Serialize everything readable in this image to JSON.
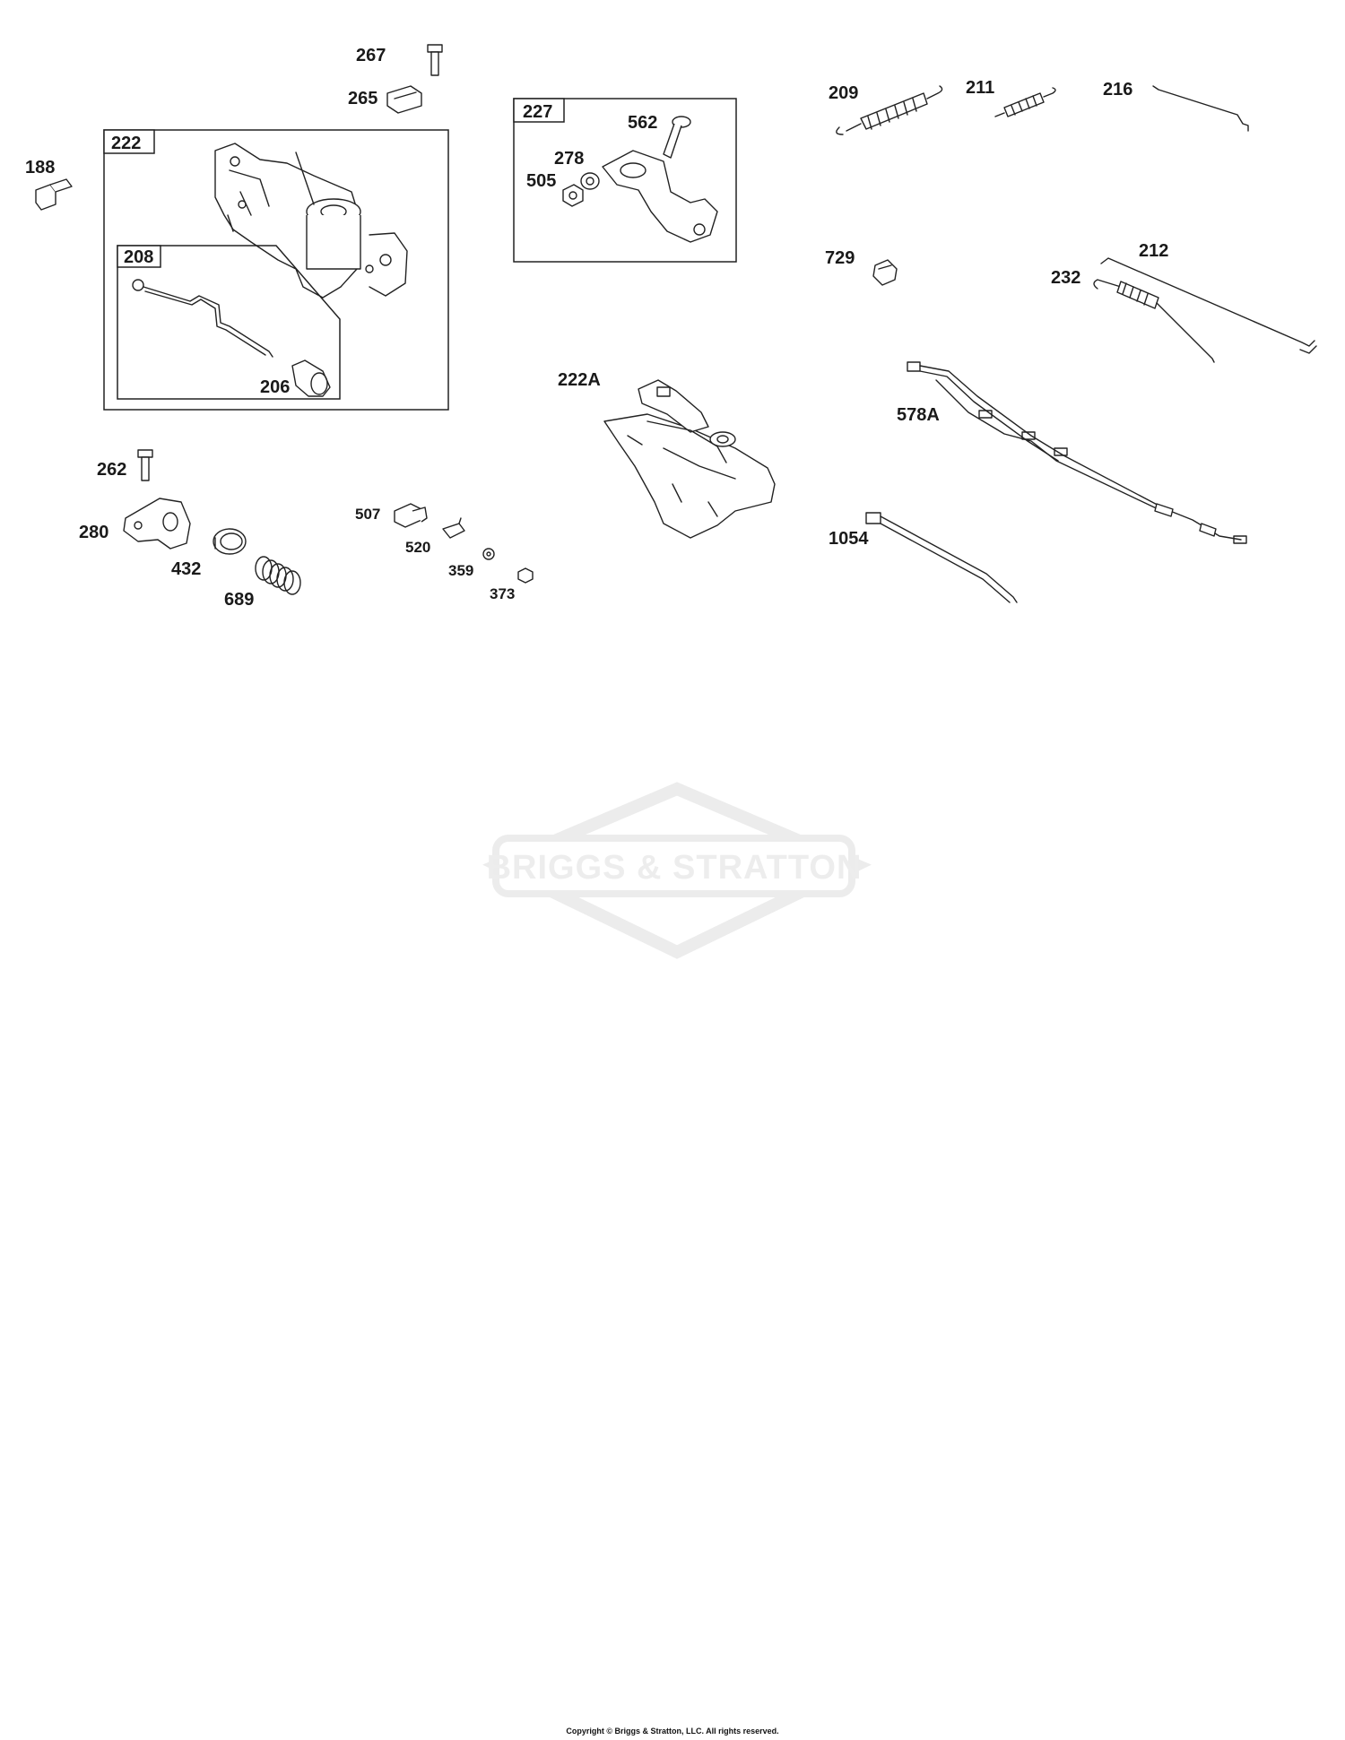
{
  "labels": {
    "p188": "188",
    "p267": "267",
    "p265": "265",
    "p222": "222",
    "p208": "208",
    "p206": "206",
    "p227": "227",
    "p562": "562",
    "p278": "278",
    "p505": "505",
    "p209": "209",
    "p211": "211",
    "p216": "216",
    "p729": "729",
    "p212": "212",
    "p232": "232",
    "p222A": "222A",
    "p578A": "578A",
    "p262": "262",
    "p280": "280",
    "p432": "432",
    "p689": "689",
    "p507": "507",
    "p520": "520",
    "p359": "359",
    "p373": "373",
    "p1054": "1054"
  },
  "watermark": {
    "brand": "BRIGGS & STRATTON"
  },
  "footer": {
    "copyright": "Copyright © Briggs & Stratton, LLC. All rights reserved."
  },
  "colors": {
    "ink": "#222222",
    "watermark": "#ececec"
  }
}
